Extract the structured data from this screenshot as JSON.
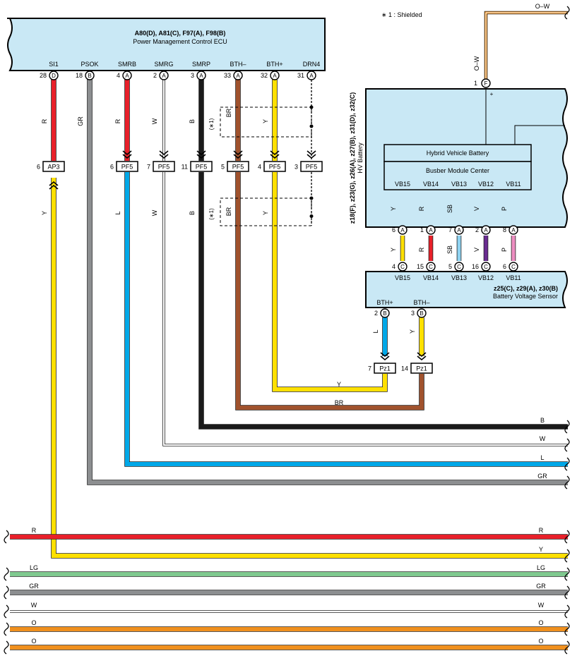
{
  "ecu": {
    "title": "A80(D), A81(C), F97(A), F98(B)",
    "subtitle": "Power Management Control ECU",
    "terminals": [
      {
        "label": "SI1",
        "pin": "28",
        "conn": "D"
      },
      {
        "label": "PSOK",
        "pin": "18",
        "conn": "B"
      },
      {
        "label": "SMRB",
        "pin": "4",
        "conn": "A"
      },
      {
        "label": "SMRG",
        "pin": "2",
        "conn": "A"
      },
      {
        "label": "SMRP",
        "pin": "3",
        "conn": "A"
      },
      {
        "label": "BTH–",
        "pin": "33",
        "conn": "A"
      },
      {
        "label": "BTH+",
        "pin": "32",
        "conn": "A"
      },
      {
        "label": "DRN4",
        "pin": "31",
        "conn": "A"
      }
    ]
  },
  "note": "∗ 1 : Shielded",
  "shield_label": "(∗1)",
  "ecu_wires": [
    {
      "code": "R",
      "color": "#e8202a"
    },
    {
      "code": "GR",
      "color": "#8c8e90"
    },
    {
      "code": "R",
      "color": "#e8202a"
    },
    {
      "code": "W",
      "color": "#ffffff"
    },
    {
      "code": "B",
      "color": "#1a1a1a"
    },
    {
      "code": "BR",
      "color": "#a0522d"
    },
    {
      "code": "Y",
      "color": "#ffe000"
    },
    {
      "code": "",
      "color": "#ffffff"
    }
  ],
  "junctions_mid": [
    {
      "pin": "6",
      "name": "AP3"
    },
    {
      "pin": "6",
      "name": "PF5"
    },
    {
      "pin": "7",
      "name": "PF5"
    },
    {
      "pin": "11",
      "name": "PF5"
    },
    {
      "pin": "5",
      "name": "PF5"
    },
    {
      "pin": "4",
      "name": "PF5"
    },
    {
      "pin": "3",
      "name": "PF5"
    }
  ],
  "lower_wire_codes": [
    "Y",
    "L",
    "W",
    "B",
    "BR",
    "Y"
  ],
  "hv_battery": {
    "title": "z18(F), z23(G), z26(A), z27(B), z31(D), z32(C)",
    "subtitle": "HV Battery",
    "top_pin": "1",
    "top_conn": "F",
    "top_wire": "O–W",
    "plus": "+",
    "inner_title": "Hybrid Vehicle Battery",
    "module_title": "Busber Module Center",
    "terminals": [
      {
        "label": "VB15",
        "pin": "6",
        "conn": "A",
        "code": "Y",
        "color": "#ffe000"
      },
      {
        "label": "VB14",
        "pin": "1",
        "conn": "A",
        "code": "R",
        "color": "#e8202a"
      },
      {
        "label": "VB13",
        "pin": "7",
        "conn": "A",
        "code": "SB",
        "color": "#8fd3f2"
      },
      {
        "label": "VB12",
        "pin": "2",
        "conn": "A",
        "code": "V",
        "color": "#6a2c91"
      },
      {
        "label": "VB11",
        "pin": "8",
        "conn": "A",
        "code": "P",
        "color": "#ee8ec2"
      }
    ]
  },
  "voltage_sensor": {
    "title": "z25(C), z29(A), z30(B)",
    "subtitle": "Battery Voltage Sensor",
    "top_terminals": [
      {
        "label": "VB15",
        "pin": "4",
        "conn": "C"
      },
      {
        "label": "VB14",
        "pin": "15",
        "conn": "C"
      },
      {
        "label": "VB13",
        "pin": "5",
        "conn": "C"
      },
      {
        "label": "VB12",
        "pin": "16",
        "conn": "C"
      },
      {
        "label": "VB11",
        "pin": "6",
        "conn": "C"
      }
    ],
    "bottom_terminals": [
      {
        "label": "BTH+",
        "pin": "2",
        "conn": "B",
        "code": "L",
        "color": "#00a8e8"
      },
      {
        "label": "BTH–",
        "pin": "3",
        "conn": "B",
        "code": "Y",
        "color": "#ffe000"
      }
    ]
  },
  "pz1": [
    {
      "pin": "7",
      "name": "Pz1"
    },
    {
      "pin": "14",
      "name": "Pz1"
    }
  ],
  "route_labels": {
    "y": "Y",
    "br": "BR"
  },
  "right_wires": [
    {
      "code": "B",
      "color": "#1a1a1a"
    },
    {
      "code": "W",
      "color": "#ffffff"
    },
    {
      "code": "L",
      "color": "#00a8e8"
    },
    {
      "code": "GR",
      "color": "#8c8e90"
    }
  ],
  "bottom_bus": [
    {
      "left": "R",
      "right": "R",
      "color": "#e8202a"
    },
    {
      "left": "",
      "right": "Y",
      "color": "#ffe000"
    },
    {
      "left": "LG",
      "right": "LG",
      "color": "#7fc98f"
    },
    {
      "left": "GR",
      "right": "GR",
      "color": "#8c8e90"
    },
    {
      "left": "W",
      "right": "W",
      "color": "#ffffff"
    },
    {
      "left": "O",
      "right": "O",
      "color": "#f0901e"
    },
    {
      "left": "O",
      "right": "O",
      "color": "#f0901e"
    }
  ]
}
